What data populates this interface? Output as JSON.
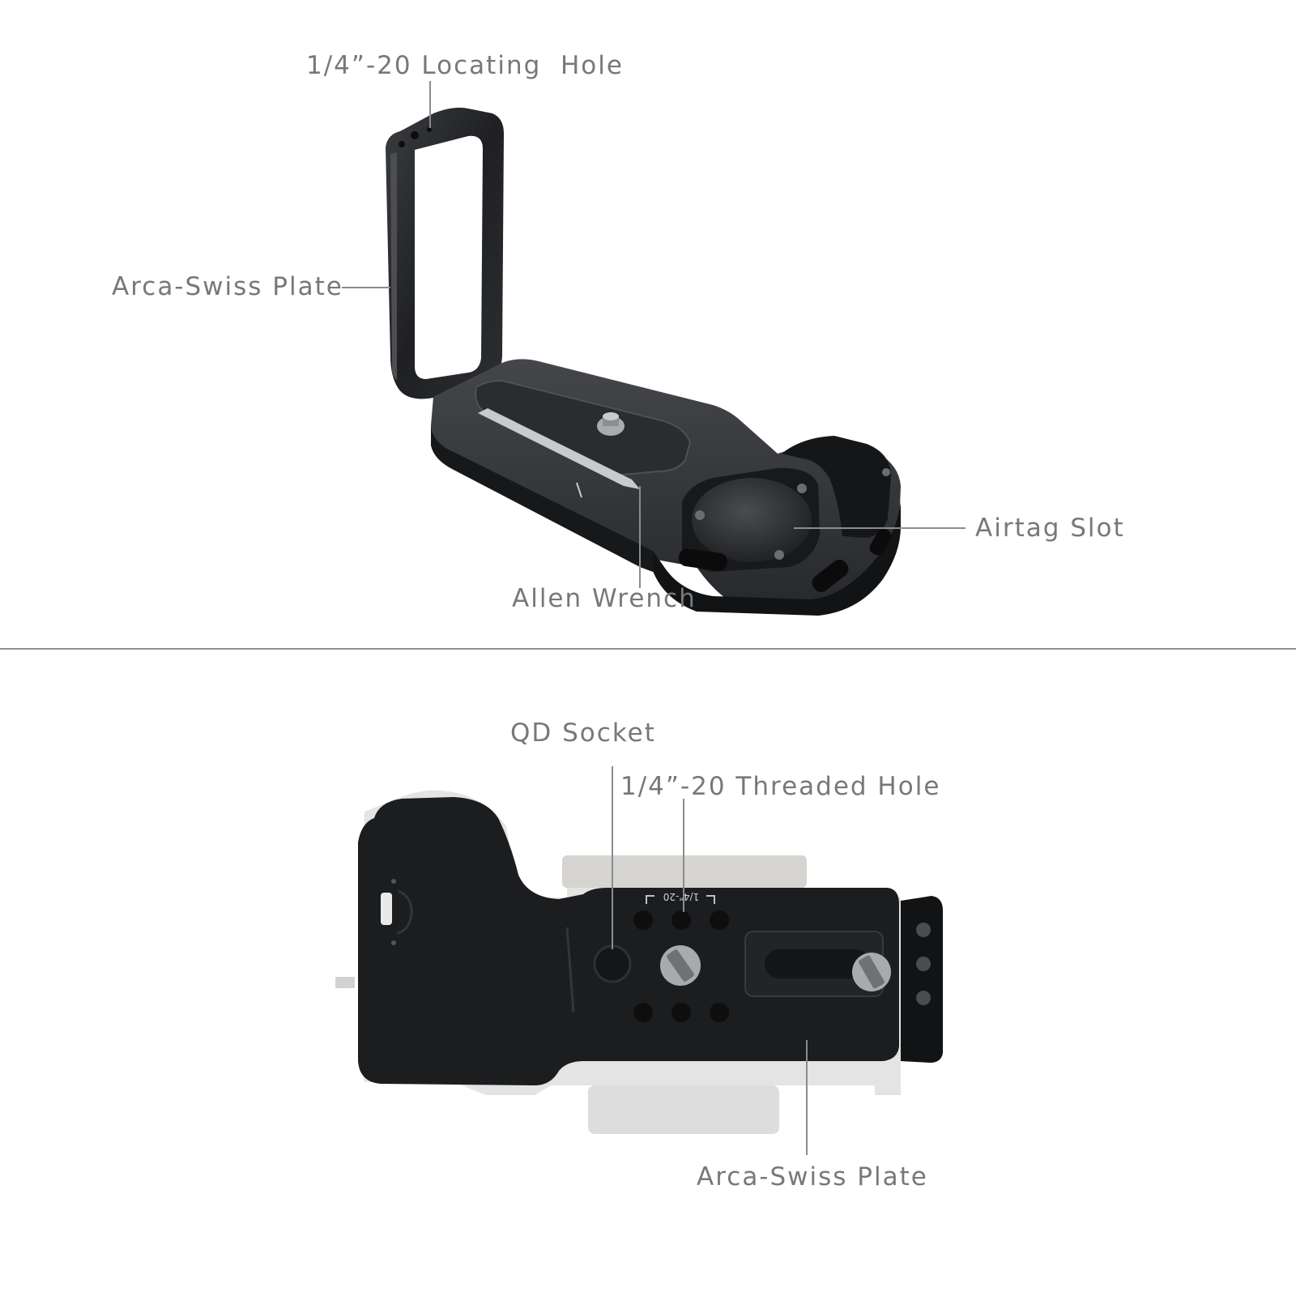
{
  "top_panel": {
    "callouts": {
      "locating_hole": "1/4”-20 Locating  Hole",
      "arca_plate": "Arca-Swiss Plate",
      "airtag_slot": "Airtag Slot",
      "allen_wrench": "Allen Wrench"
    }
  },
  "bottom_panel": {
    "callouts": {
      "qd_socket": "QD Socket",
      "threaded_hole": "1/4”-20 Threaded Hole",
      "arca_plate": "Arca-Swiss Plate"
    },
    "engraving": "1/4\"-20"
  },
  "colors": {
    "label_text": "#76787a",
    "leader_line": "#8a8c8e",
    "divider": "#8f9193",
    "metal_dark": "#1c1d1f",
    "metal_mid": "#2e3033",
    "camera_ghost": "#d9d9d9"
  }
}
